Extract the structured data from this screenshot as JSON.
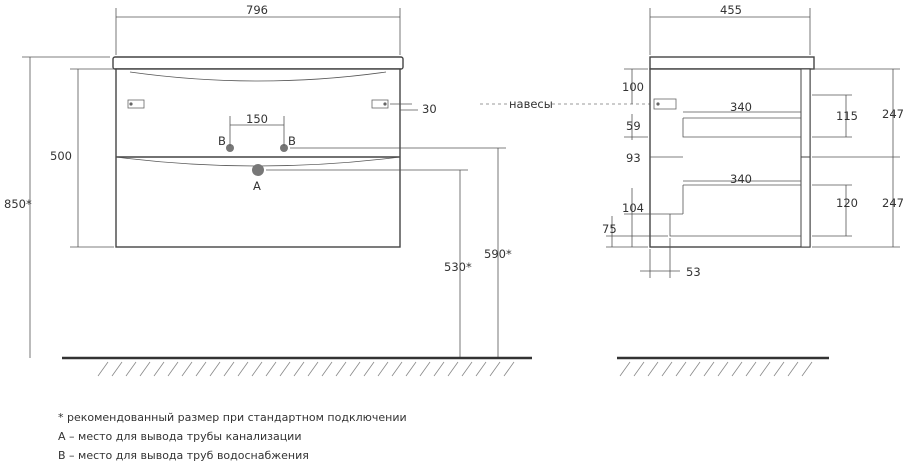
{
  "front_view": {
    "width_label": "796",
    "height_total_label": "850*",
    "body_height_label": "500",
    "pipe_spacing_label": "150",
    "drain_height_label": "530*",
    "water_height_label": "590*",
    "hinge_offset_label": "30",
    "drain_marker": "A",
    "water_marker_left": "B",
    "water_marker_right": "B"
  },
  "callout": {
    "hinges_label": "навесы"
  },
  "side_view": {
    "depth_label": "455",
    "top_offset_label": "100",
    "drawer_inner_upper_label": "340",
    "drawer_inner_lower_label": "340",
    "gap_label": "59",
    "drawer_depth_offset_label": "93",
    "lower_offset_label": "104",
    "bottom_offset_label": "75",
    "plinth_label": "53",
    "upper_drawer_height_label": "115",
    "lower_drawer_height_label": "120",
    "upper_section_label": "247",
    "lower_section_label": "247"
  },
  "notes": {
    "recommended": "* рекомендованный размер при стандартном подключении",
    "drain_note": "А – место для вывода трубы канализации",
    "water_note": "В – место для вывода труб водоснабжения"
  }
}
